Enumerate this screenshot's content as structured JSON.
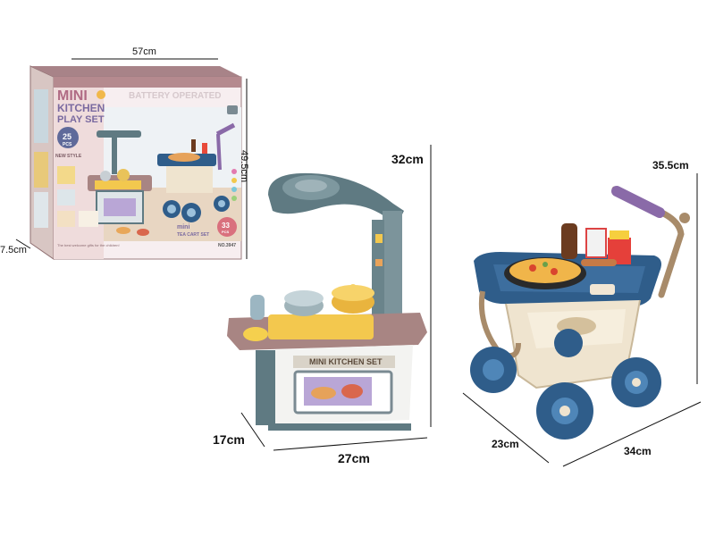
{
  "box": {
    "brand_line1": "MINI",
    "brand_line2": "KITCHEN",
    "brand_line3": "PLAY SET",
    "battery": "BATTERY OPERATED",
    "pcs_left": "25",
    "pcs_left_unit": "PCS",
    "new_style": "NEW STYLE",
    "mini_tea": "mini",
    "tea_cart_set": "TEA CART SET",
    "pcs_right": "33",
    "pcs_right_unit": "PCS",
    "item_no": "NO.3947",
    "tagline": "The best welcome gifts for the children!"
  },
  "kitchen": {
    "oven_label": "MINI KITCHEN SET"
  },
  "dimensions": {
    "box_width": "57cm",
    "box_height": "49.5cm",
    "box_depth": "7.5cm",
    "kitchen_height": "32cm",
    "kitchen_width": "27cm",
    "kitchen_depth": "17cm",
    "cart_height": "35.5cm",
    "cart_depth": "23cm",
    "cart_width": "34cm"
  },
  "colors": {
    "box_mauve": "#b58a8f",
    "box_pink": "#f1dede",
    "kitchen_grey": "#5f7a82",
    "kitchen_mauve": "#a88583",
    "kitchen_yellow": "#f3c84e",
    "cart_blue": "#2f5d8a",
    "cart_cream": "#efe4cf",
    "handle_purple": "#8a6aa8"
  }
}
